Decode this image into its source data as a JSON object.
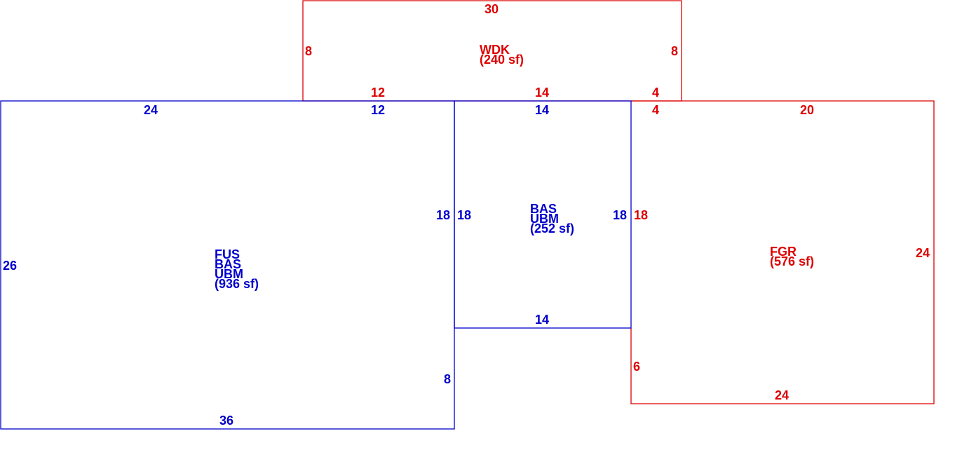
{
  "colors": {
    "living": "#0000cc",
    "other": "#dd0000"
  },
  "areas": {
    "main": {
      "codes": [
        "FUS",
        "BAS",
        "UBM"
      ],
      "area": "(936 sf)",
      "dims": {
        "top_left": "24",
        "top_right": "12",
        "left": "26",
        "right_upper": "18",
        "right_lower": "8",
        "bottom": "36"
      }
    },
    "addition": {
      "codes": [
        "BAS",
        "UBM"
      ],
      "area": "(252 sf)",
      "dims": {
        "top": "14",
        "left": "18",
        "right": "18",
        "bottom": "14"
      }
    },
    "deck": {
      "codes": [
        "WDK"
      ],
      "area": "(240 sf)",
      "dims": {
        "top": "30",
        "left": "8",
        "right": "8",
        "bottom_left": "12",
        "bottom_mid": "14",
        "bottom_right": "4"
      }
    },
    "garage": {
      "codes": [
        "FGR"
      ],
      "area": "(576 sf)",
      "dims": {
        "top_left": "4",
        "top": "20",
        "left_upper": "18",
        "left_lower": "6",
        "right": "24",
        "bottom": "24"
      }
    }
  }
}
